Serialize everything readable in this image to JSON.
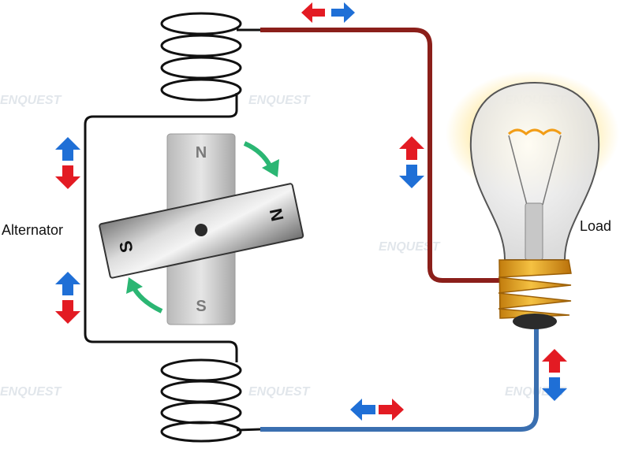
{
  "labels": {
    "alternator": "Alternator",
    "load": "Load"
  },
  "magnet": {
    "north": "N",
    "south": "S",
    "rotor_north": "N",
    "rotor_south": "S"
  },
  "watermark": "ENQUEST",
  "colors": {
    "wire_top": "#8b1f1a",
    "wire_bottom": "#3a6fb0",
    "coil": "#111111",
    "arrow_red": "#e31b23",
    "arrow_blue": "#1f6fd6",
    "rotation_arrow": "#2bb673",
    "bulb_base": "#e8a21a",
    "glow": "#ffd23f"
  }
}
